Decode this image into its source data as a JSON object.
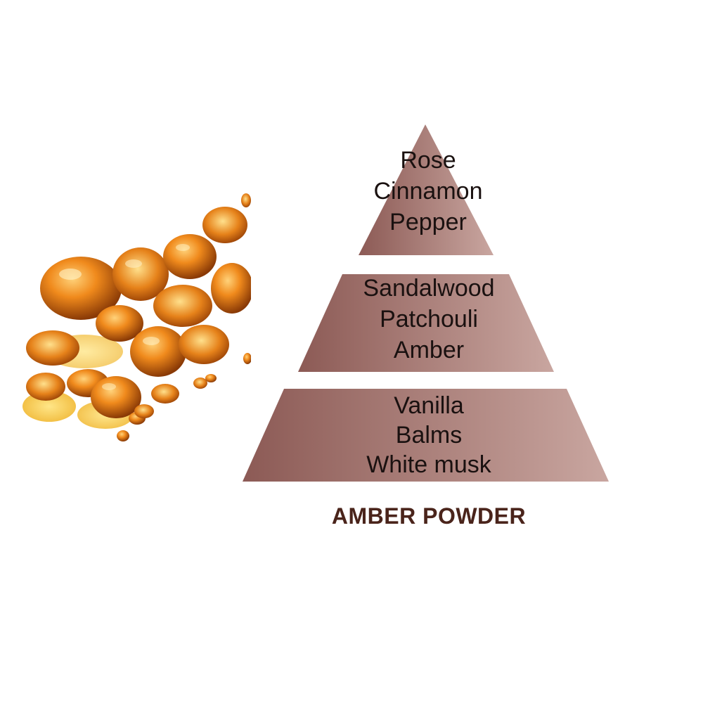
{
  "pyramid": {
    "top_notes": [
      "Rose",
      "Cinnamon",
      "Pepper"
    ],
    "heart_notes": [
      "Sandalwood",
      "Patchouli",
      "Amber"
    ],
    "base_notes": [
      "Vanilla",
      "Balms",
      "White musk"
    ]
  },
  "fragrance_name": "AMBER POWDER",
  "colors": {
    "pyramid_dark": "#8c5a55",
    "pyramid_light": "#c9a6a0",
    "title": "#4a241b",
    "amber_dark": "#b3530b",
    "amber_light": "#f2a23a"
  },
  "illustration": "amber-stones-image"
}
